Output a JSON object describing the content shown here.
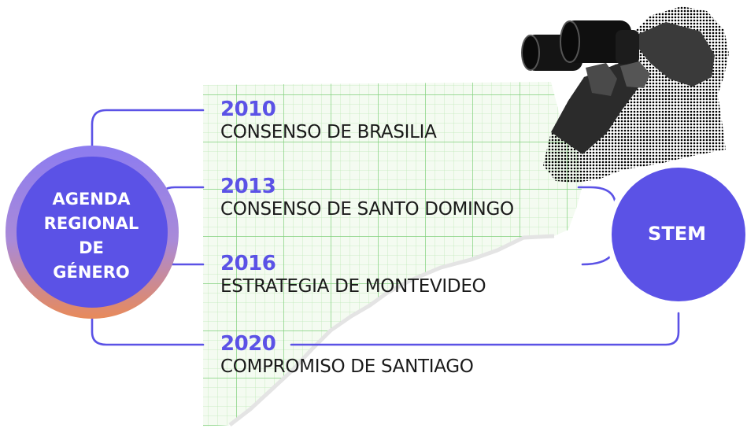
{
  "left_node": {
    "lines": [
      "AGENDA",
      "REGIONAL",
      "DE",
      "GÉNERO"
    ]
  },
  "right_node": {
    "label": "STEM"
  },
  "timeline": [
    {
      "year": "2010",
      "label": "CONSENSO DE BRASILIA"
    },
    {
      "year": "2013",
      "label": "CONSENSO DE SANTO DOMINGO"
    },
    {
      "year": "2016",
      "label": "ESTRATEGIA DE MONTEVIDEO"
    },
    {
      "year": "2020",
      "label": "COMPROMISO DE SANTIAGO"
    }
  ],
  "colors": {
    "accent": "#5b52e6",
    "node_gradient_top": "#8c7cf0",
    "node_gradient_bottom": "#e88a5a",
    "grid_line": "#8fd88a",
    "text": "#1a1a1a"
  },
  "images": {
    "person": "person-with-binoculars-halftone",
    "paper": "torn-graph-paper"
  }
}
